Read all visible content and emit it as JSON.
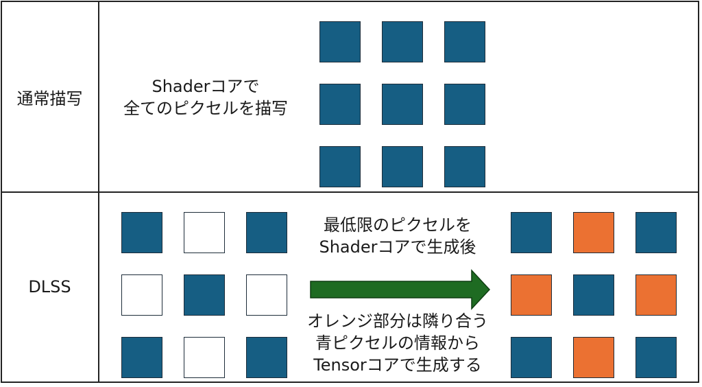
{
  "rows": {
    "normal": {
      "label": "通常描写",
      "caption_line1": "Shaderコアで",
      "caption_line2": "全てのピクセルを描写"
    },
    "dlss": {
      "label": "DLSS",
      "top_caption_line1": "最低限のピクセルを",
      "top_caption_line2": "Shaderコアで生成後",
      "bottom_caption_line1": "オレンジ部分は隣り合う",
      "bottom_caption_line2": "青ピクセルの情報から",
      "bottom_caption_line3": "Tensorコアで生成する"
    }
  },
  "grids": {
    "normal": [
      "blue",
      "blue",
      "blue",
      "blue",
      "blue",
      "blue",
      "blue",
      "blue",
      "blue"
    ],
    "dlss_input": [
      "blue",
      "white",
      "blue",
      "white",
      "blue",
      "white",
      "blue",
      "white",
      "blue"
    ],
    "dlss_output": [
      "blue",
      "orange",
      "blue",
      "orange",
      "blue",
      "orange",
      "blue",
      "orange",
      "blue"
    ]
  },
  "colors": {
    "blue": "#165e83",
    "orange": "#eb7132",
    "arrow_green": "#1e6b22"
  }
}
